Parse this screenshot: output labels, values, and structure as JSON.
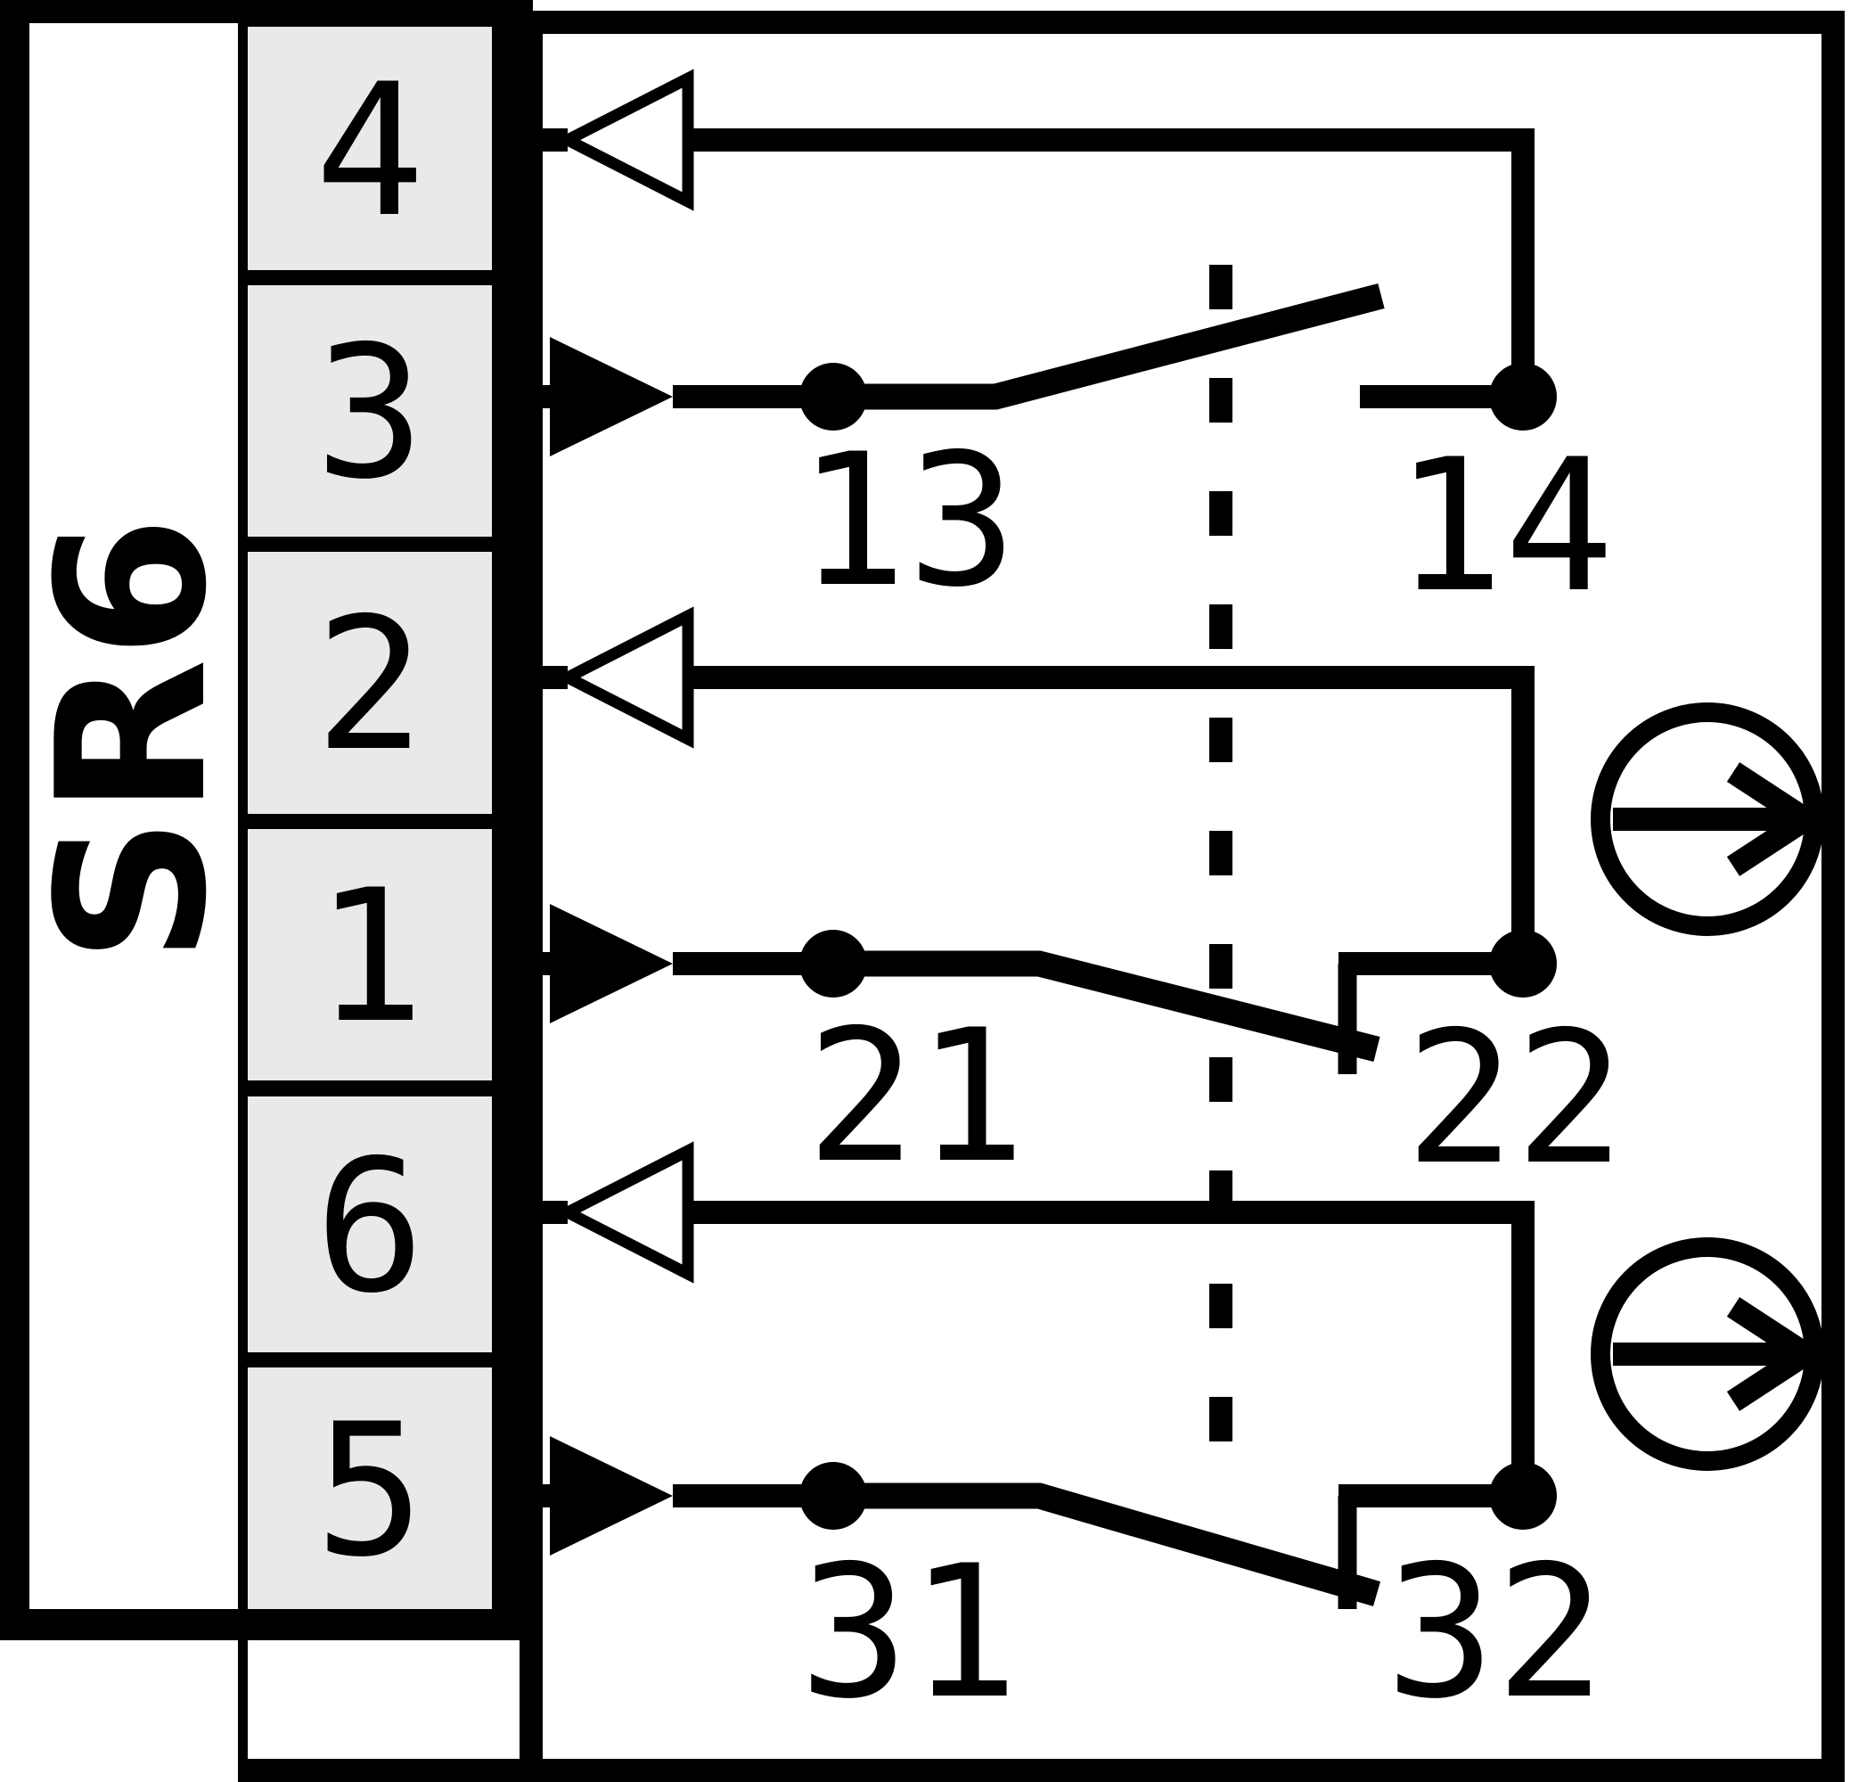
{
  "device": {
    "label": "SR6"
  },
  "terminal_block": {
    "terminals": [
      "4",
      "3",
      "2",
      "1",
      "6",
      "5"
    ]
  },
  "contacts": [
    {
      "type": "NO",
      "left_label": "13",
      "right_label": "14"
    },
    {
      "type": "NC",
      "left_label": "21",
      "right_label": "22"
    },
    {
      "type": "NC",
      "left_label": "31",
      "right_label": "32"
    }
  ],
  "symbols": {
    "actuator_arrow_count": 2,
    "mechanical_linkage": "dashed-line"
  },
  "colors": {
    "line": "#000000",
    "background": "#ffffff",
    "terminal_fill": "#e9e9e9"
  }
}
